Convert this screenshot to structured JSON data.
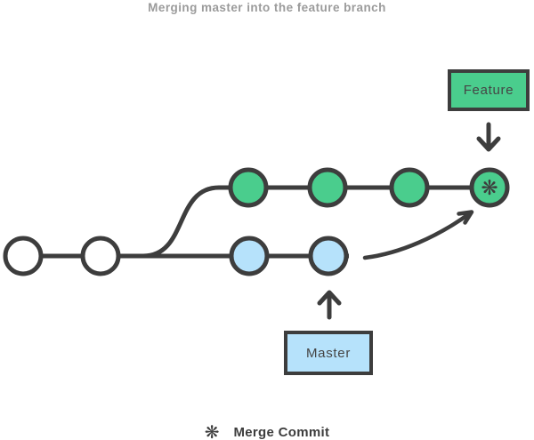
{
  "title": "Merging master into the feature branch",
  "feature_label": {
    "text": "Feature"
  },
  "master_label": {
    "text": "Master"
  },
  "merge_commit": {
    "icon_glyph": "❋"
  },
  "legend": {
    "icon_glyph": "❋",
    "label": "Merge Commit"
  },
  "colors": {
    "feature_green": "#4acd8d",
    "master_blue": "#b6e2fb",
    "outline_dark": "#3d3d3d",
    "title_gray": "#9b9b9b",
    "background": "#ffffff"
  },
  "graph": {
    "type": "git-branch-diagram",
    "branches": [
      {
        "name": "master",
        "row": "bottom",
        "commits": [
          {
            "order": 1,
            "style": "plain-white"
          },
          {
            "order": 2,
            "style": "plain-white"
          },
          {
            "order": 3,
            "style": "master-blue"
          },
          {
            "order": 4,
            "style": "master-blue"
          }
        ]
      },
      {
        "name": "feature",
        "row": "top",
        "forks_after_commit": 2,
        "commits": [
          {
            "order": 1,
            "style": "feature-green"
          },
          {
            "order": 2,
            "style": "feature-green"
          },
          {
            "order": 3,
            "style": "feature-green"
          },
          {
            "order": 4,
            "style": "feature-green",
            "is_merge_commit": true
          }
        ]
      }
    ],
    "merge_arrow": {
      "from": "last master commit",
      "to": "merge commit on feature branch"
    }
  }
}
